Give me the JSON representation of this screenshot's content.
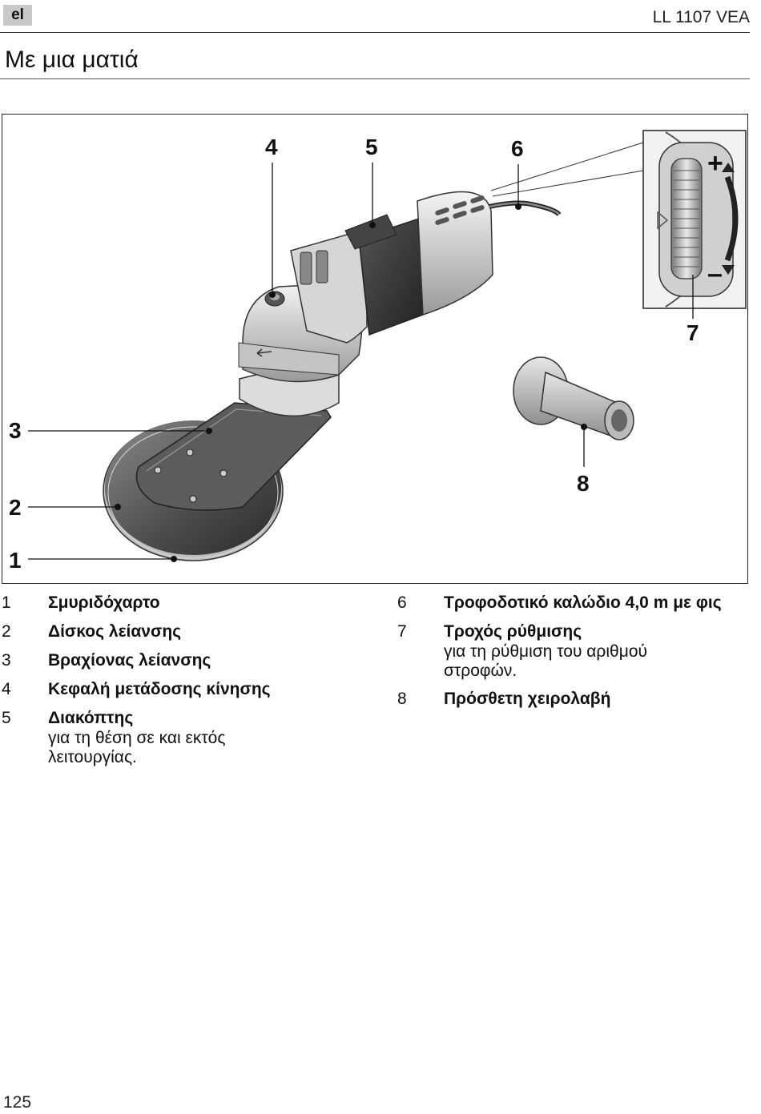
{
  "header": {
    "lang": "el",
    "model": "LL 1107 VEA",
    "title": "Με μια ματιά"
  },
  "figure": {
    "callouts": [
      "1",
      "2",
      "3",
      "4",
      "5",
      "6",
      "7",
      "8"
    ],
    "dial_plus": "+",
    "dial_minus": "–"
  },
  "legend": {
    "left": [
      {
        "num": "1",
        "label": "Σμυριδόχαρτο",
        "desc": ""
      },
      {
        "num": "2",
        "label": "Δίσκος λείανσης",
        "desc": ""
      },
      {
        "num": "3",
        "label": "Βραχίονας λείανσης",
        "desc": ""
      },
      {
        "num": "4",
        "label": "Κεφαλή μετάδοσης κίνησης",
        "desc": ""
      },
      {
        "num": "5",
        "label": "Διακόπτης",
        "desc": "για τη θέση σε και εκτός λειτουργίας."
      }
    ],
    "right": [
      {
        "num": "6",
        "label": "Τροφοδοτικό καλώδιο 4,0 m με φις",
        "desc": ""
      },
      {
        "num": "7",
        "label": "Τροχός ρύθμισης",
        "desc": "για τη ρύθμιση του αριθμού στροφών."
      },
      {
        "num": "8",
        "label": "Πρόσθετη χειρολαβή",
        "desc": ""
      }
    ]
  },
  "footer": {
    "page_number": "125"
  }
}
